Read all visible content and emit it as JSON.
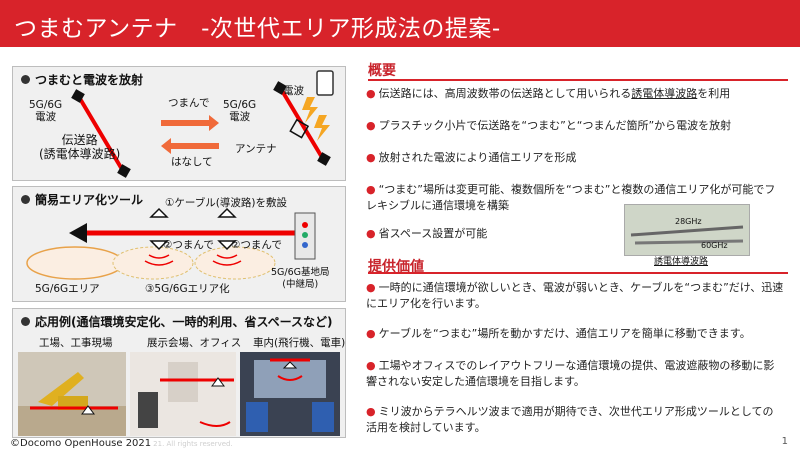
{
  "title": "つまむアンテナ　-次世代エリア形成法の提案-",
  "left": {
    "panel1": {
      "heading": "つまむと電波を放射",
      "label_wave_left": "5G/6G\n電波",
      "label_pinch": "つまんで",
      "label_release": "はなして",
      "label_wave_mid": "5G/6G\n電波",
      "label_radio": "電波",
      "label_waveguide": "伝送路\n(誘電体導波路)",
      "label_antenna": "アンテナ"
    },
    "panel2": {
      "heading": "簡易エリア化ツール",
      "label_lay_cable": "①ケーブル(導波路)を敷設",
      "label_pinch2_a": "②つまんで",
      "label_pinch2_b": "②つまんで",
      "label_area_5g": "5G/6Gエリア",
      "label_area_step3": "③5G/6Gエリア化",
      "label_base_station": "5G/6G基地局\n(中継局)"
    },
    "panel3": {
      "heading": "応用例(通信環境安定化、一時的利用、省スペースなど)",
      "label_factory": "工場、工事現場",
      "label_exhibition": "展示会場、オフィス",
      "label_vehicle": "車内(飛行機、電車)"
    }
  },
  "right": {
    "overview_heading": "概要",
    "overview_bullets": [
      {
        "pre": "伝送路には、高周波数帯の伝送路として用いられる",
        "ul": "誘電体導波路",
        "post": "を利用"
      },
      {
        "pre": "プラスチック小片で伝送路を“つまむ”と“つまんだ箇所”から電波を放射",
        "ul": "",
        "post": ""
      },
      {
        "pre": "放射された電波により通信エリアを形成",
        "ul": "",
        "post": ""
      },
      {
        "pre": "“つまむ”場所は変更可能、複数個所を“つまむ”と複数の通信エリア化が可能でフレキシブルに通信環境を構築",
        "ul": "",
        "post": ""
      },
      {
        "pre": "省スペース設置が可能",
        "ul": "",
        "post": ""
      }
    ],
    "photo_label_28": "28GHz",
    "photo_label_60": "60GHz",
    "photo_caption": "誘電体導波路",
    "value_heading": "提供価値",
    "value_bullets": [
      "一時的に通信環境が欲しいとき、電波が弱いとき、ケーブルを“つまむ”だけ、迅速にエリア化を行います。",
      "ケーブルを“つまむ”場所を動かすだけ、通信エリアを簡単に移動できます。",
      "工場やオフィスでのレイアウトフリーな通信環境の提供、電波遮蔽物の移動に影響されない安定した通信環境を目指します。",
      "ミリ波からテラヘルツ波まで適用が期待でき、次世代エリア形成ツールとしての活用を検討しています。"
    ]
  },
  "footer": {
    "copyright": "©Docomo OpenHouse  2021",
    "faint_text": "21. All rights reserved.",
    "page": "1"
  },
  "colors": {
    "accent": "#d8232a",
    "panel_bg": "#f0f0f0",
    "area_fill": "#fbeee2"
  }
}
